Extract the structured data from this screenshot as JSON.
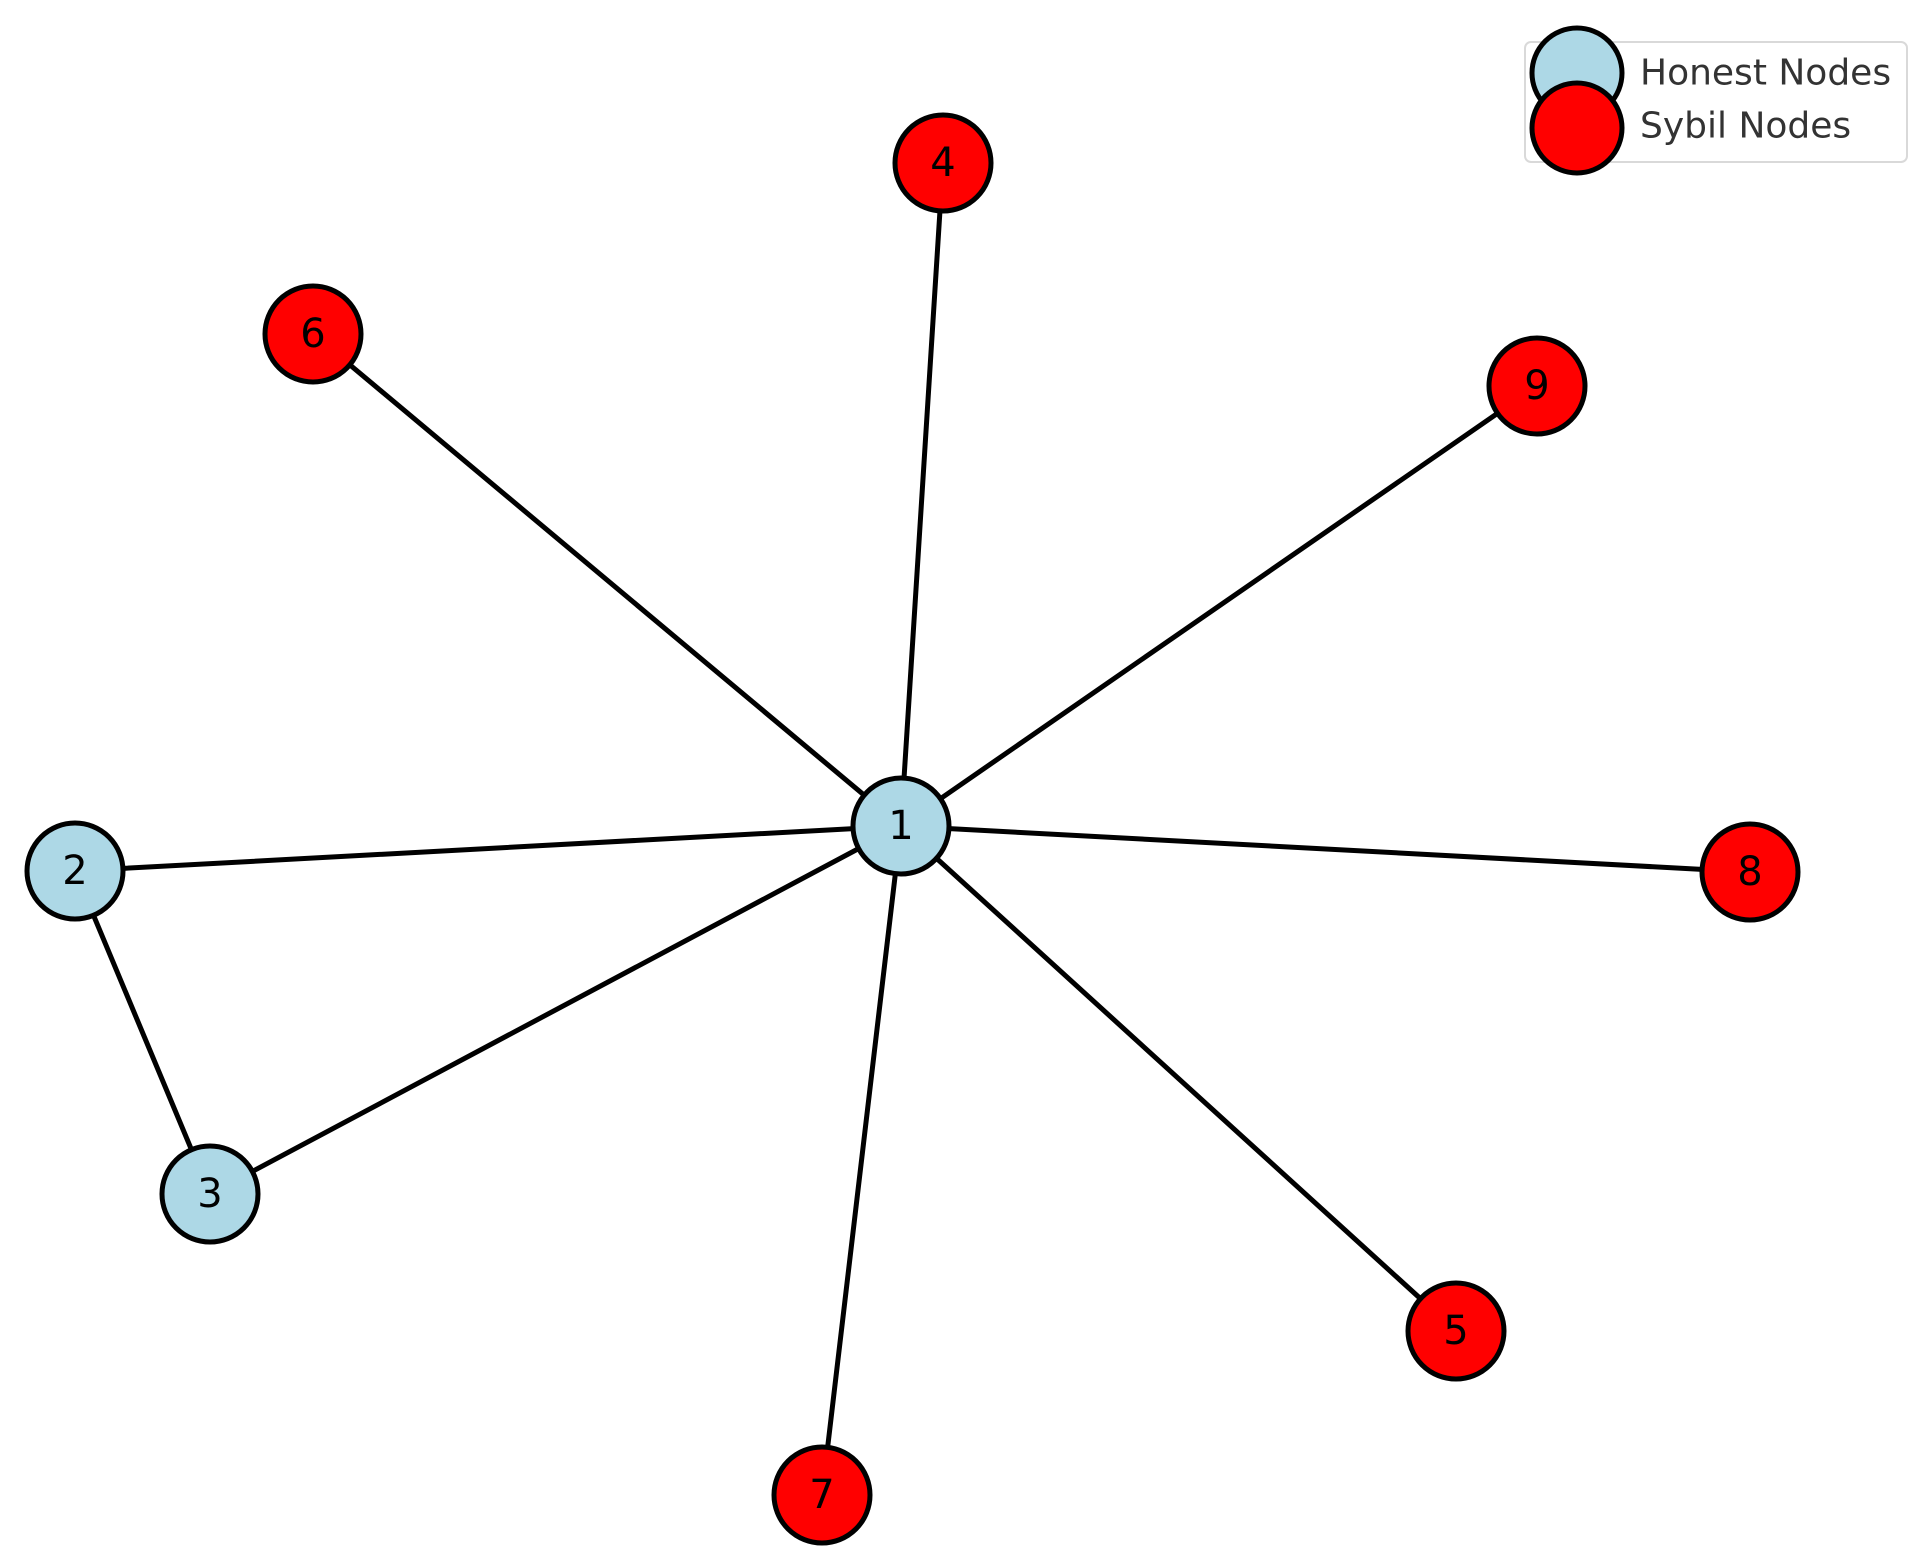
{
  "graph": {
    "nodes": [
      {
        "id": "1",
        "label": "1",
        "group": "honest"
      },
      {
        "id": "2",
        "label": "2",
        "group": "honest"
      },
      {
        "id": "3",
        "label": "3",
        "group": "honest"
      },
      {
        "id": "4",
        "label": "4",
        "group": "sybil"
      },
      {
        "id": "5",
        "label": "5",
        "group": "sybil"
      },
      {
        "id": "6",
        "label": "6",
        "group": "sybil"
      },
      {
        "id": "7",
        "label": "7",
        "group": "sybil"
      },
      {
        "id": "8",
        "label": "8",
        "group": "sybil"
      },
      {
        "id": "9",
        "label": "9",
        "group": "sybil"
      }
    ],
    "edges": [
      {
        "from": "1",
        "to": "2"
      },
      {
        "from": "1",
        "to": "3"
      },
      {
        "from": "1",
        "to": "4"
      },
      {
        "from": "1",
        "to": "5"
      },
      {
        "from": "1",
        "to": "6"
      },
      {
        "from": "1",
        "to": "7"
      },
      {
        "from": "1",
        "to": "8"
      },
      {
        "from": "1",
        "to": "9"
      },
      {
        "from": "2",
        "to": "3"
      }
    ]
  },
  "legend": {
    "honest_label": "Honest Nodes",
    "sybil_label": "Sybil Nodes"
  },
  "colors": {
    "honest": "#add8e6",
    "sybil": "#ff0000",
    "edge": "#000000",
    "outline": "#000000"
  }
}
